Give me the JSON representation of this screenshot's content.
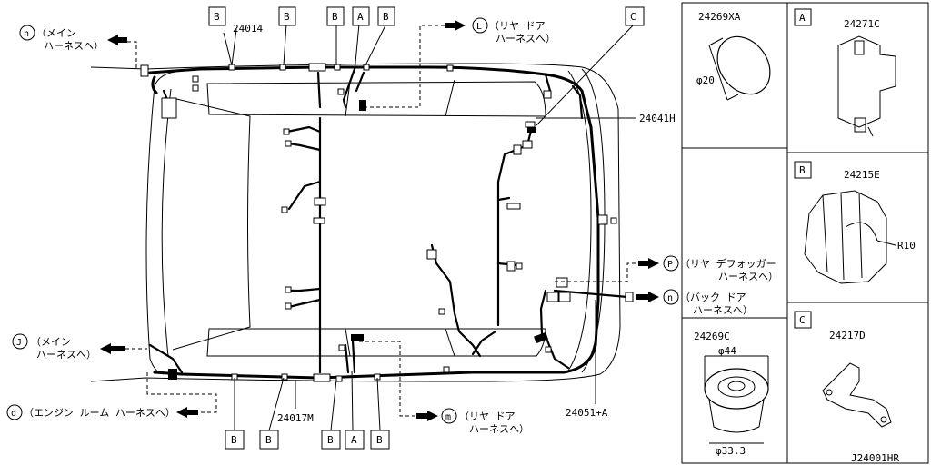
{
  "boxes": {
    "b": "B",
    "a": "A",
    "c": "C"
  },
  "parts": {
    "main_front": "24014",
    "main_rear": "24017M",
    "body_side": "24051+A",
    "harness_clip": "24041H",
    "plug_top": "24269XA",
    "plug_top_dim": "φ20",
    "plug_bottom": "24269C",
    "plug_bottom_dim_top": "φ44",
    "plug_bottom_dim_bottom": "φ33.3",
    "clip_a": "24271C",
    "clip_b": "24215E",
    "clip_b_radius": "R10",
    "bracket_c": "24217D"
  },
  "callouts": {
    "h": {
      "letter": "h",
      "line1": "（メイン",
      "line2": "ハーネスへ）"
    },
    "l": {
      "letter": "L",
      "line1": "（リヤ ドア",
      "line2": "ハーネスへ）"
    },
    "j": {
      "letter": "J",
      "line1": "（メイン",
      "line2": "ハーネスへ）"
    },
    "d": {
      "letter": "d",
      "line1": "（エンジン ルーム ハーネスへ）"
    },
    "m": {
      "letter": "m",
      "line1": "（リヤ ドア",
      "line2": "ハーネスへ）"
    },
    "p": {
      "letter": "P",
      "line1": "（リヤ デフォッガー",
      "line2": "ハーネスへ）"
    },
    "n": {
      "letter": "n",
      "line1": "（バック ドア",
      "line2": "ハーネスへ）"
    }
  },
  "drawing_code": "J24001HR"
}
